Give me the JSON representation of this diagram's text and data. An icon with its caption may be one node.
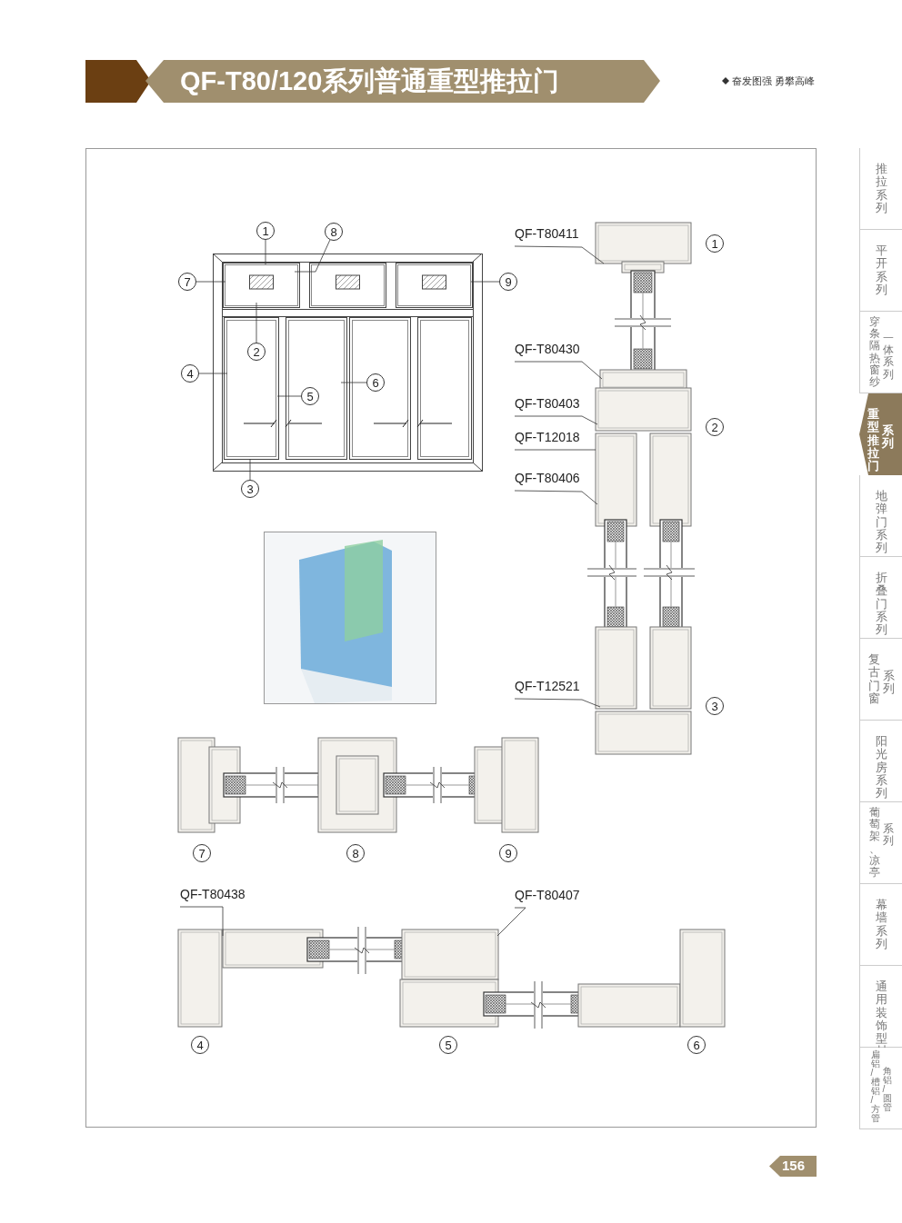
{
  "diagram": {
    "title": "QF-T80/120系列普通重型推拉门",
    "nodes": [
      {
        "text": [
          "1"
        ]
      },
      {
        "text": [
          "8"
        ]
      },
      {
        "text": [
          "7"
        ]
      },
      {
        "text": [
          "9"
        ]
      },
      {
        "text": [
          "2"
        ]
      },
      {
        "text": [
          "4"
        ]
      },
      {
        "text": [
          "6"
        ]
      },
      {
        "text": [
          "5"
        ]
      },
      {
        "text": [
          "3"
        ]
      },
      {
        "text": [
          "QF-T80411"
        ]
      },
      {
        "text": [
          "1"
        ]
      },
      {
        "text": [
          "QF-T80430"
        ]
      },
      {
        "text": [
          "QF-T80403"
        ]
      },
      {
        "text": [
          "2"
        ]
      },
      {
        "text": [
          "QF-T12018"
        ]
      },
      {
        "text": [
          "QF-T80406"
        ]
      },
      {
        "text": [
          "QF-T12521"
        ]
      },
      {
        "text": [
          "3"
        ]
      },
      {
        "text": [
          "7"
        ]
      },
      {
        "text": [
          "8"
        ]
      },
      {
        "text": [
          "9"
        ]
      },
      {
        "text": [
          "QF-T80438"
        ]
      },
      {
        "text": [
          "QF-T80407"
        ]
      },
      {
        "text": [
          "4"
        ]
      },
      {
        "text": [
          "5"
        ]
      },
      {
        "text": [
          "6"
        ]
      },
      {
        "text": [
          "推拉系列"
        ]
      },
      {
        "text": [
          "平开系列"
        ]
      },
      {
        "text": [
          "穿条隔热窗纱一体系列"
        ]
      },
      {
        "text": [
          "重型推拉门系列"
        ]
      },
      {
        "text": [
          "地弹门系列"
        ]
      },
      {
        "text": [
          "折叠门系列"
        ]
      },
      {
        "text": [
          "复古门窗系列"
        ]
      },
      {
        "text": [
          "阳光房系列"
        ]
      },
      {
        "text": [
          "葡萄架、凉亭系列"
        ]
      },
      {
        "text": [
          "幕墙系列"
        ]
      },
      {
        "text": [
          "通用装饰型材"
        ]
      },
      {
        "text": [
          "扁铝/槽铝/方管角铝/圆管"
        ]
      }
    ],
    "edges": [
      {
        "from": 0,
        "to": null,
        "arrow": "none"
      },
      {
        "from": 1,
        "to": null,
        "arrow": "none"
      },
      {
        "from": 2,
        "to": null,
        "arrow": "none"
      },
      {
        "from": 3,
        "to": null,
        "arrow": "none"
      },
      {
        "from": 4,
        "to": null,
        "arrow": "none"
      },
      {
        "from": 5,
        "to": null,
        "arrow": "none"
      },
      {
        "from": 6,
        "to": null,
        "arrow": "none"
      },
      {
        "from": 7,
        "to": null,
        "arrow": "none"
      },
      {
        "from": 8,
        "to": null,
        "arrow": "none"
      },
      {
        "from": 9,
        "to": null,
        "arrow": "none"
      },
      {
        "from": 11,
        "to": null,
        "arrow": "none"
      },
      {
        "from": 12,
        "to": null,
        "arrow": "none"
      },
      {
        "from": 14,
        "to": null,
        "arrow": "none"
      },
      {
        "from": 15,
        "to": null,
        "arrow": "none"
      },
      {
        "from": 16,
        "to": null,
        "arrow": "none"
      },
      {
        "from": 21,
        "to": null,
        "arrow": "none"
      },
      {
        "from": 22,
        "to": null,
        "arrow": "none"
      }
    ],
    "labels": [
      "奋发图强 勇攀高峰",
      "156"
    ]
  }
}
